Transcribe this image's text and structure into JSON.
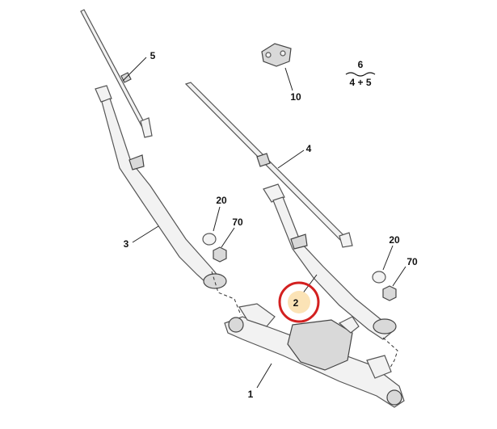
{
  "callouts": [
    {
      "id": "c1",
      "label": "1"
    },
    {
      "id": "c2",
      "label": "2"
    },
    {
      "id": "c3",
      "label": "3"
    },
    {
      "id": "c4",
      "label": "4"
    },
    {
      "id": "c5",
      "label": "5"
    },
    {
      "id": "c10",
      "label": "10"
    },
    {
      "id": "c20a",
      "label": "20"
    },
    {
      "id": "c20b",
      "label": "20"
    },
    {
      "id": "c70a",
      "label": "70"
    },
    {
      "id": "c70b",
      "label": "70"
    }
  ],
  "kit_note": {
    "number": "6",
    "formula": "4 + 5"
  },
  "highlight": {
    "ring_color": "#d32020",
    "fill_color": "#fbe3b6",
    "target_label": "2"
  }
}
